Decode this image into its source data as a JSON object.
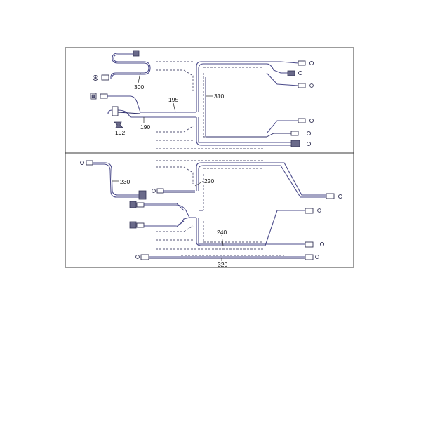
{
  "labels": {
    "p300": "300",
    "p195": "195",
    "p310": "310",
    "p190": "190",
    "p192": "192",
    "p230": "230",
    "p220": "220",
    "p240": "240",
    "p320": "320"
  }
}
